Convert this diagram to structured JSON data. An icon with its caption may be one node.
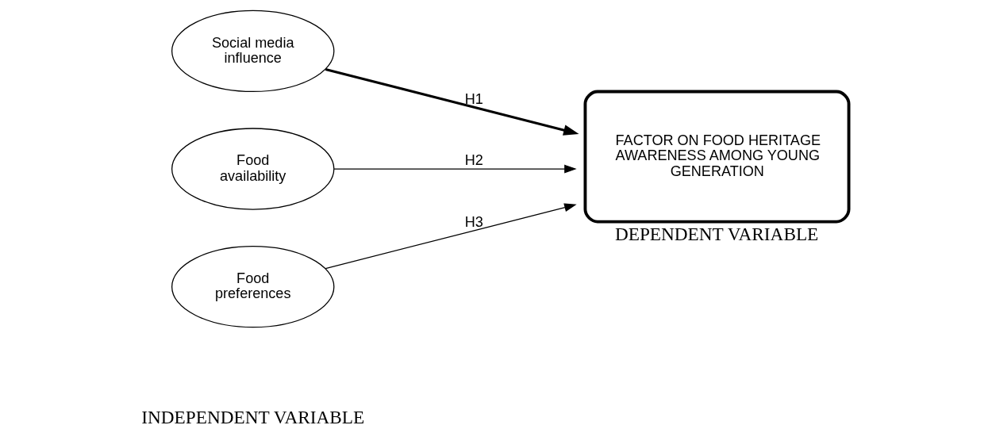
{
  "diagram": {
    "nodes": [
      {
        "text": [
          "Social media influence"
        ]
      },
      {
        "text": [
          "Food availability"
        ]
      },
      {
        "text": [
          "Food preferences"
        ]
      },
      {
        "text": [
          "FACTOR ON FOOD HERITAGE AWARENESS AMONG YOUNG GENERATION"
        ],
        "beside": [
          "DEPENDENT VARIABLE"
        ]
      }
    ],
    "edges": [
      {
        "from": 0,
        "to": 3,
        "arrow": "to",
        "label": "H1",
        "style": "thick"
      },
      {
        "from": 1,
        "to": 3,
        "arrow": "to",
        "label": "H2"
      },
      {
        "from": 2,
        "to": 3,
        "arrow": "to",
        "label": "H3"
      }
    ],
    "labels": [
      "INDEPENDENT VARIABLE"
    ]
  }
}
